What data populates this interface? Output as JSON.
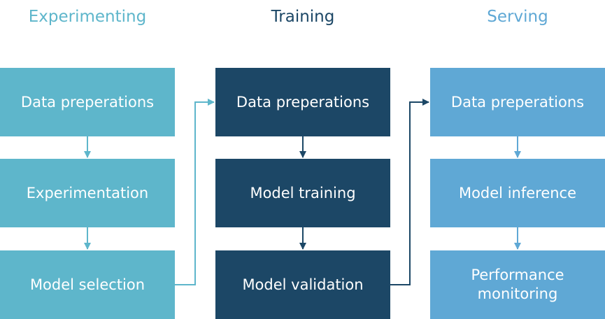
{
  "colors": {
    "experimenting": "#5eb6cb",
    "training": "#1c4766",
    "serving": "#5fa8d5"
  },
  "columns": [
    {
      "title": "Experimenting",
      "boxes": [
        "Data preperations",
        "Experimentation",
        "Model selection"
      ]
    },
    {
      "title": "Training",
      "boxes": [
        "Data preperations",
        "Model training",
        "Model validation"
      ]
    },
    {
      "title": "Serving",
      "boxes": [
        "Data preperations",
        "Model inference",
        "Performance monitoring"
      ]
    }
  ]
}
